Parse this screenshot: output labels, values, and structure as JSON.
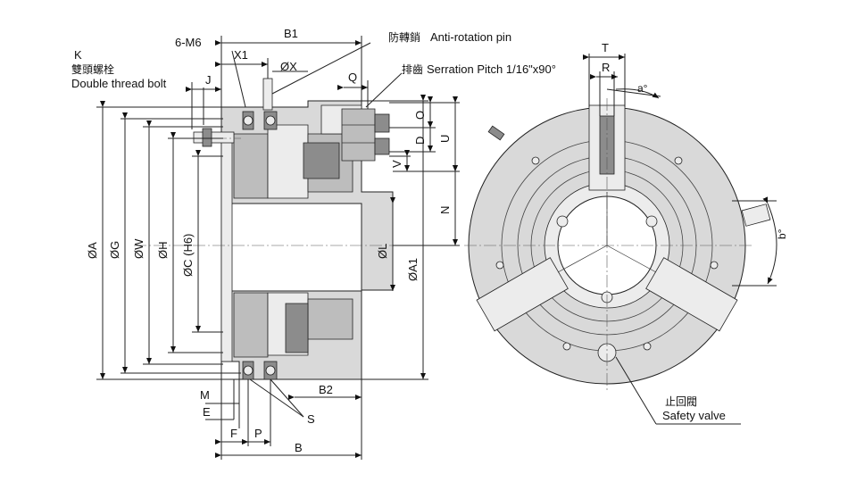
{
  "labels": {
    "k": "K",
    "k_cn": "雙頭螺栓",
    "k_en": "Double thread bolt",
    "m6": "6-M6",
    "j": "J",
    "x1": "X1",
    "phi_x": "ØX",
    "b1": "B1",
    "pin_cn": "防轉銷",
    "pin_en": "Anti-rotation pin",
    "q": "Q",
    "serr_cn": "排齒",
    "serr_en": "Serration Pitch 1/16\"x90°",
    "o": "O",
    "d": "D",
    "u": "U",
    "v": "V",
    "n": "N",
    "phi_a": "ØA",
    "phi_g": "ØG",
    "phi_w": "ØW",
    "phi_h": "ØH",
    "phi_c": "ØC (H6)",
    "phi_l": "ØL",
    "phi_a1": "ØA1",
    "m": "M",
    "e": "E",
    "f": "F",
    "p": "P",
    "b": "B",
    "b2": "B2",
    "s": "S",
    "t": "T",
    "r": "R",
    "a_deg": "a°",
    "b_deg": "b°",
    "valve_cn": "止回閥",
    "valve_en": "Safety valve"
  }
}
